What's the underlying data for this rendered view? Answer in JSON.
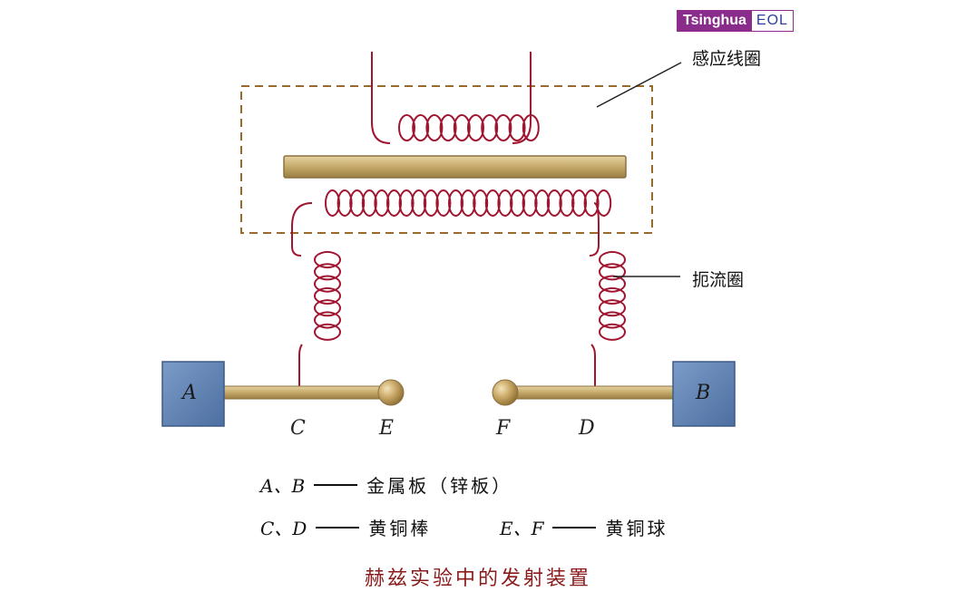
{
  "logo": {
    "part1": "Tsinghua",
    "part2": "EOL"
  },
  "labels": {
    "induction_coil": "感应线圈",
    "choke_coil": "扼流圈"
  },
  "plates": {
    "left": "A",
    "right": "B"
  },
  "points": {
    "C": "C",
    "E": "E",
    "F": "F",
    "D": "D"
  },
  "legend": {
    "row1": {
      "symbols": "A、B",
      "text": "金属板（锌板）"
    },
    "row2a": {
      "symbols": "C、D",
      "text": "黄铜棒"
    },
    "row2b": {
      "symbols": "E、F",
      "text": "黄铜球"
    }
  },
  "caption": "赫兹实验中的发射装置",
  "colors": {
    "coil": "#a01530",
    "brass": "#c8ad6e",
    "plate": "#5f83b5",
    "dashed_box": "#9a6a2a",
    "caption": "#8b1a1a",
    "logo_bg": "#8a2c8c",
    "logo_text2": "#2d3f9e"
  }
}
